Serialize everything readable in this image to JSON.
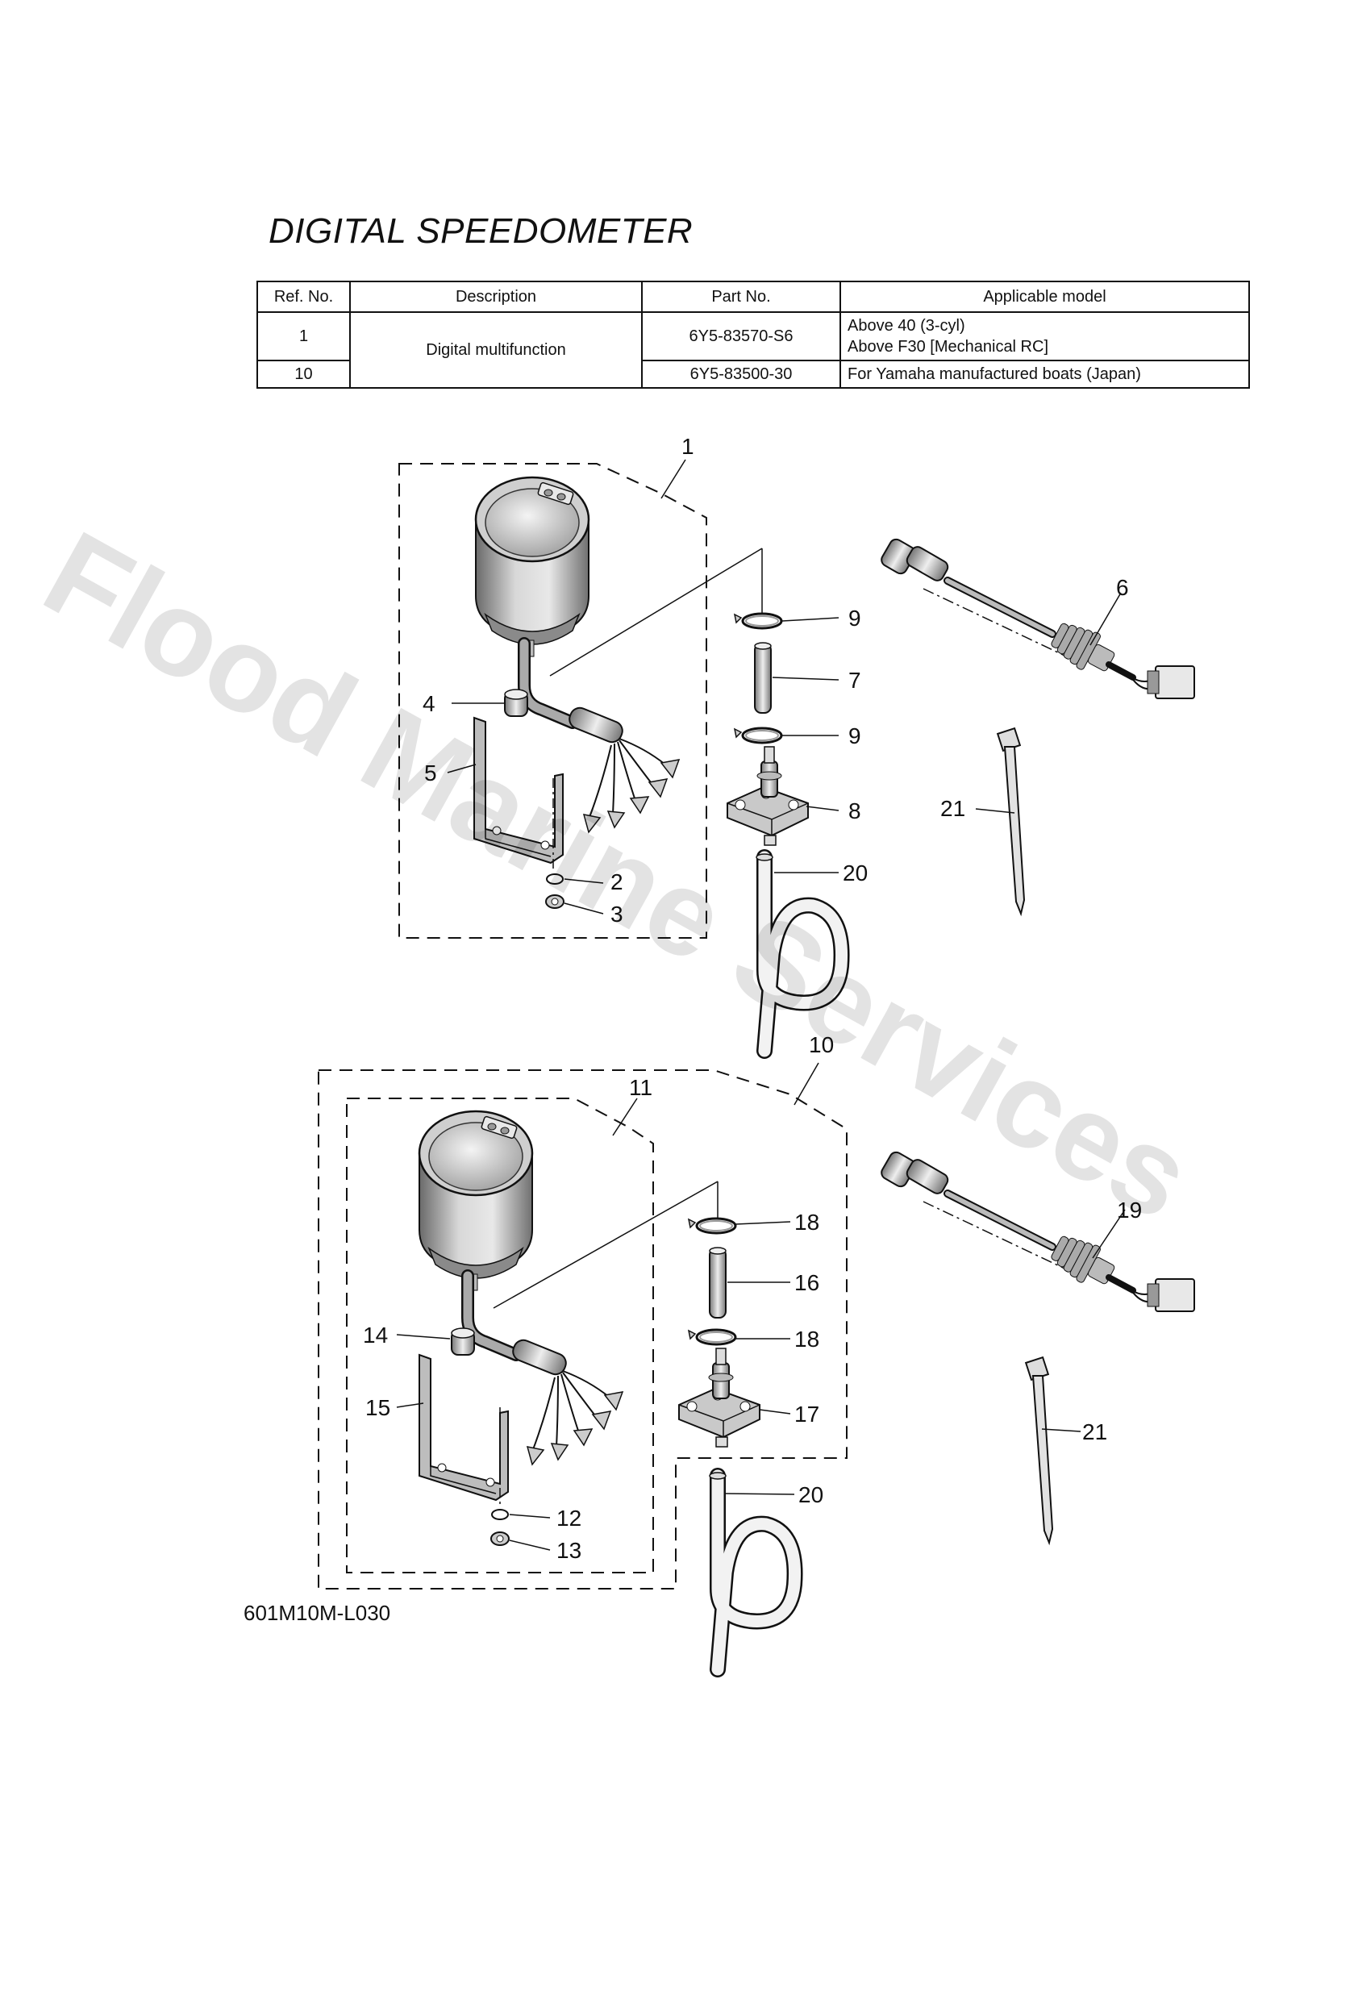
{
  "title": "DIGITAL SPEEDOMETER",
  "table": {
    "headers": [
      "Ref. No.",
      "Description",
      "Part No.",
      "Applicable model"
    ],
    "rows": [
      {
        "ref": "1",
        "description": "Digital multifunction",
        "part_no": "6Y5-83570-S6",
        "model_line1": "Above 40 (3-cyl)",
        "model_line2": "Above F30 [Mechanical RC]"
      },
      {
        "ref": "10",
        "part_no": "6Y5-83500-30",
        "model_line1": "For Yamaha manufactured boats (Japan)"
      }
    ]
  },
  "callouts": {
    "c1": "1",
    "c2": "2",
    "c3": "3",
    "c4": "4",
    "c5": "5",
    "c6": "6",
    "c7": "7",
    "c8": "8",
    "c9a": "9",
    "c9b": "9",
    "c10": "10",
    "c11": "11",
    "c12": "12",
    "c13": "13",
    "c14": "14",
    "c15": "15",
    "c16": "16",
    "c17": "17",
    "c18a": "18",
    "c18b": "18",
    "c19": "19",
    "c20a": "20",
    "c20b": "20",
    "c21a": "21",
    "c21b": "21"
  },
  "diagram_code": "601M10M-L030",
  "watermark": "Flood Marine Services"
}
